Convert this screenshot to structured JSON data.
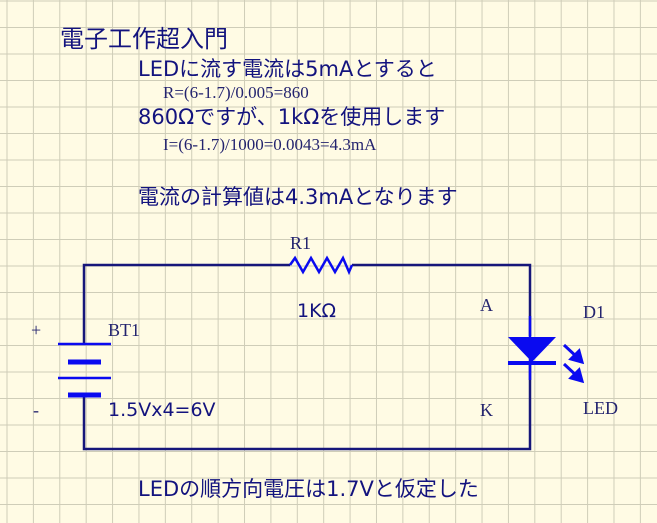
{
  "title": "電子工作超入門",
  "lines": {
    "current_assumption": "LEDに流す電流は5mAとすると",
    "resistor_formula": "R=(6-1.7)/0.005=860",
    "resistor_choice": "860Ωですが、1kΩを使用します",
    "current_formula": "I=(6-1.7)/1000=0.0043=4.3mA",
    "current_result": "電流の計算値は4.3mAとなります",
    "vf_assumption": "LEDの順方向電圧は1.7Vと仮定した"
  },
  "circuit": {
    "resistor_ref": "R1",
    "resistor_value": "1KΩ",
    "battery_ref": "BT1",
    "battery_plus": "+",
    "battery_minus": "-",
    "battery_value": "1.5Vx4=6V",
    "led_anode": "A",
    "led_cathode": "K",
    "led_ref": "D1",
    "led_value": "LED"
  },
  "colors": {
    "wire": "#16167a",
    "component": "#0a0af0",
    "text": "#13137e"
  }
}
